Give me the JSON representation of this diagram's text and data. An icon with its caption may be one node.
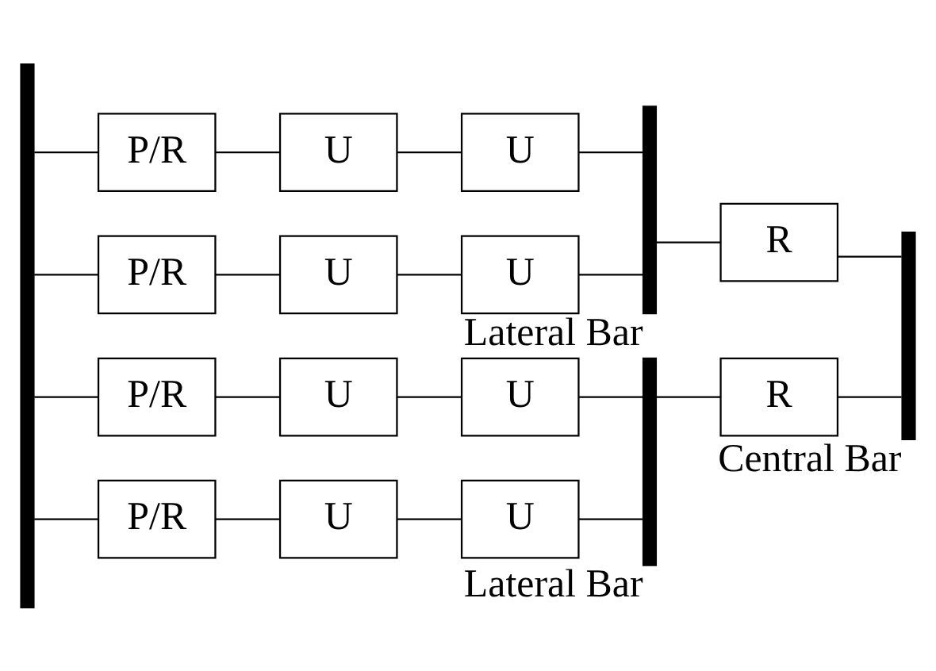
{
  "diagram": {
    "nodes": [
      {
        "text": [],
        "shape": "bar"
      },
      {
        "text": [
          "P/R"
        ]
      },
      {
        "text": [
          "U"
        ]
      },
      {
        "text": [
          "U"
        ]
      },
      {
        "text": [
          "P/R"
        ]
      },
      {
        "text": [
          "U"
        ]
      },
      {
        "text": [
          "U"
        ]
      },
      {
        "text": [
          "P/R"
        ]
      },
      {
        "text": [
          "U"
        ]
      },
      {
        "text": [
          "U"
        ]
      },
      {
        "text": [
          "P/R"
        ]
      },
      {
        "text": [
          "U"
        ]
      },
      {
        "text": [
          "U"
        ]
      },
      {
        "text": [],
        "shape": "bar",
        "beside": [
          "Lateral Bar"
        ]
      },
      {
        "text": [
          "R"
        ]
      },
      {
        "text": [],
        "shape": "bar",
        "beside": [
          "Lateral Bar"
        ]
      },
      {
        "text": [
          "R"
        ]
      },
      {
        "text": [],
        "shape": "bar",
        "beside": [
          "Central Bar"
        ]
      }
    ],
    "edges": [
      {
        "from": 0,
        "to": 1,
        "arrow": "none"
      },
      {
        "from": 1,
        "to": 2,
        "arrow": "none"
      },
      {
        "from": 2,
        "to": 3,
        "arrow": "none"
      },
      {
        "from": 3,
        "to": 13,
        "arrow": "none"
      },
      {
        "from": 0,
        "to": 4,
        "arrow": "none"
      },
      {
        "from": 4,
        "to": 5,
        "arrow": "none"
      },
      {
        "from": 5,
        "to": 6,
        "arrow": "none"
      },
      {
        "from": 6,
        "to": 13,
        "arrow": "none"
      },
      {
        "from": 0,
        "to": 7,
        "arrow": "none"
      },
      {
        "from": 7,
        "to": 8,
        "arrow": "none"
      },
      {
        "from": 8,
        "to": 9,
        "arrow": "none"
      },
      {
        "from": 9,
        "to": 15,
        "arrow": "none"
      },
      {
        "from": 0,
        "to": 10,
        "arrow": "none"
      },
      {
        "from": 10,
        "to": 11,
        "arrow": "none"
      },
      {
        "from": 11,
        "to": 12,
        "arrow": "none"
      },
      {
        "from": 12,
        "to": 15,
        "arrow": "none"
      },
      {
        "from": 13,
        "to": 14,
        "arrow": "none"
      },
      {
        "from": 14,
        "to": 17,
        "arrow": "none"
      },
      {
        "from": 15,
        "to": 16,
        "arrow": "none"
      },
      {
        "from": 16,
        "to": 17,
        "arrow": "none"
      }
    ]
  }
}
